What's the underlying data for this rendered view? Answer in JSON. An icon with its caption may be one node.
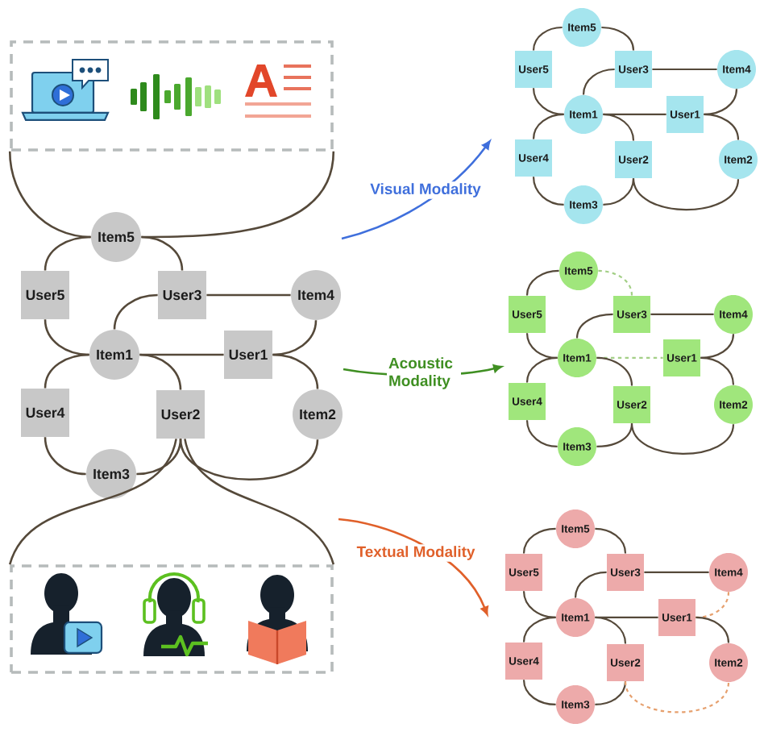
{
  "diagram": {
    "nodes": [
      {
        "text": [],
        "shape": "box"
      },
      {
        "text": [
          "Item5"
        ]
      },
      {
        "text": [
          "User5"
        ]
      },
      {
        "text": [
          "User3"
        ]
      },
      {
        "text": [
          "Item4"
        ]
      },
      {
        "text": [
          "Item1"
        ]
      },
      {
        "text": [
          "User1"
        ]
      },
      {
        "text": [
          "User4"
        ]
      },
      {
        "text": [
          "User2"
        ]
      },
      {
        "text": [
          "Item2"
        ]
      },
      {
        "text": [
          "Item3"
        ]
      },
      {
        "text": [],
        "shape": "box"
      },
      {
        "text": [
          "Item5"
        ]
      },
      {
        "text": [
          "User5"
        ]
      },
      {
        "text": [
          "User3"
        ]
      },
      {
        "text": [
          "Item4"
        ]
      },
      {
        "text": [
          "Item1"
        ]
      },
      {
        "text": [
          "User1"
        ]
      },
      {
        "text": [
          "User4"
        ]
      },
      {
        "text": [
          "User2"
        ]
      },
      {
        "text": [
          "Item2"
        ]
      },
      {
        "text": [
          "Item3"
        ]
      },
      {
        "text": [
          "Item5"
        ]
      },
      {
        "text": [
          "User5"
        ]
      },
      {
        "text": [
          "User3"
        ]
      },
      {
        "text": [
          "Item4"
        ]
      },
      {
        "text": [
          "Item1"
        ]
      },
      {
        "text": [
          "User1"
        ]
      },
      {
        "text": [
          "User4"
        ]
      },
      {
        "text": [
          "User2"
        ]
      },
      {
        "text": [
          "Item2"
        ]
      },
      {
        "text": [
          "Item3"
        ]
      },
      {
        "text": [
          "Item5"
        ]
      },
      {
        "text": [
          "User5"
        ]
      },
      {
        "text": [
          "User3"
        ]
      },
      {
        "text": [
          "Item4"
        ]
      },
      {
        "text": [
          "Item1"
        ]
      },
      {
        "text": [
          "User1"
        ]
      },
      {
        "text": [
          "User4"
        ]
      },
      {
        "text": [
          "User2"
        ]
      },
      {
        "text": [
          "Item2"
        ]
      },
      {
        "text": [
          "Item3"
        ]
      }
    ],
    "edges": [
      {
        "from": 0,
        "to": 1,
        "arrow": "none"
      },
      {
        "from": 0,
        "to": 1,
        "arrow": "none"
      },
      {
        "from": 8,
        "to": 11,
        "arrow": "none"
      },
      {
        "from": 8,
        "to": 11,
        "arrow": "none"
      },
      {
        "from": 1,
        "to": 2,
        "arrow": "none"
      },
      {
        "from": 1,
        "to": 3,
        "arrow": "none"
      },
      {
        "from": 2,
        "to": 5,
        "arrow": "none"
      },
      {
        "from": 3,
        "to": 5,
        "arrow": "none"
      },
      {
        "from": 3,
        "to": 4,
        "arrow": "none"
      },
      {
        "from": 5,
        "to": 6,
        "arrow": "none"
      },
      {
        "from": 6,
        "to": 4,
        "arrow": "none"
      },
      {
        "from": 6,
        "to": 9,
        "arrow": "none"
      },
      {
        "from": 5,
        "to": 7,
        "arrow": "none"
      },
      {
        "from": 5,
        "to": 8,
        "arrow": "none"
      },
      {
        "from": 7,
        "to": 10,
        "arrow": "none"
      },
      {
        "from": 10,
        "to": 8,
        "arrow": "none"
      },
      {
        "from": 8,
        "to": 9,
        "arrow": "none"
      },
      {
        "from": 12,
        "to": 13,
        "arrow": "none"
      },
      {
        "from": 12,
        "to": 14,
        "arrow": "none"
      },
      {
        "from": 13,
        "to": 16,
        "arrow": "none"
      },
      {
        "from": 14,
        "to": 16,
        "arrow": "none"
      },
      {
        "from": 14,
        "to": 15,
        "arrow": "none"
      },
      {
        "from": 16,
        "to": 17,
        "arrow": "none"
      },
      {
        "from": 17,
        "to": 15,
        "arrow": "none"
      },
      {
        "from": 17,
        "to": 20,
        "arrow": "none"
      },
      {
        "from": 16,
        "to": 18,
        "arrow": "none"
      },
      {
        "from": 16,
        "to": 19,
        "arrow": "none"
      },
      {
        "from": 18,
        "to": 21,
        "arrow": "none"
      },
      {
        "from": 21,
        "to": 19,
        "arrow": "none"
      },
      {
        "from": 19,
        "to": 20,
        "arrow": "none"
      },
      {
        "from": 22,
        "to": 23,
        "arrow": "none"
      },
      {
        "from": 22,
        "to": 24,
        "arrow": "none",
        "style": "dashed",
        "color": "#a3cf86"
      },
      {
        "from": 23,
        "to": 26,
        "arrow": "none"
      },
      {
        "from": 24,
        "to": 26,
        "arrow": "none"
      },
      {
        "from": 24,
        "to": 25,
        "arrow": "none"
      },
      {
        "from": 26,
        "to": 27,
        "arrow": "none",
        "style": "dashed",
        "color": "#a3cf86"
      },
      {
        "from": 27,
        "to": 25,
        "arrow": "none"
      },
      {
        "from": 27,
        "to": 30,
        "arrow": "none"
      },
      {
        "from": 26,
        "to": 28,
        "arrow": "none"
      },
      {
        "from": 26,
        "to": 29,
        "arrow": "none"
      },
      {
        "from": 28,
        "to": 31,
        "arrow": "none"
      },
      {
        "from": 31,
        "to": 29,
        "arrow": "none"
      },
      {
        "from": 29,
        "to": 30,
        "arrow": "none"
      },
      {
        "from": 32,
        "to": 33,
        "arrow": "none"
      },
      {
        "from": 32,
        "to": 34,
        "arrow": "none"
      },
      {
        "from": 33,
        "to": 36,
        "arrow": "none"
      },
      {
        "from": 34,
        "to": 36,
        "arrow": "none"
      },
      {
        "from": 34,
        "to": 35,
        "arrow": "none"
      },
      {
        "from": 36,
        "to": 37,
        "arrow": "none"
      },
      {
        "from": 37,
        "to": 35,
        "arrow": "none",
        "style": "dashed",
        "color": "#e6a06e"
      },
      {
        "from": 37,
        "to": 40,
        "arrow": "none"
      },
      {
        "from": 36,
        "to": 38,
        "arrow": "none"
      },
      {
        "from": 36,
        "to": 39,
        "arrow": "none"
      },
      {
        "from": 38,
        "to": 41,
        "arrow": "none"
      },
      {
        "from": 41,
        "to": 39,
        "arrow": "none"
      },
      {
        "from": 39,
        "to": 40,
        "arrow": "none",
        "style": "dashed",
        "color": "#e6a06e"
      }
    ],
    "labels": [
      "Visual Modality",
      "Acoustic Modality",
      "Textual Modality"
    ]
  }
}
